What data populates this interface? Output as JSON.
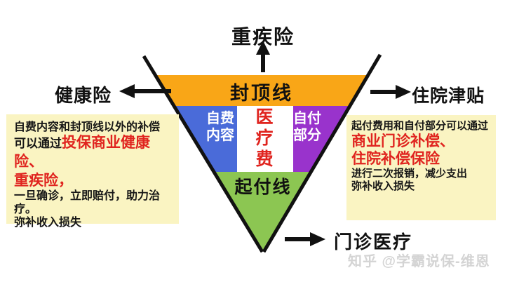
{
  "diagram": {
    "top_label": "重疾险",
    "left_label": "健康险",
    "right_label": "住院津贴",
    "bottom_label": "门诊医疗",
    "cap_line": "封顶线",
    "self_pay_segment": "自费内容",
    "medical_fee": "医疗费",
    "self_paid_segment": "自付部分",
    "deductible_line": "起付线",
    "colors": {
      "cap_band": "#f9a617",
      "self_pay_band": "#4a6bd9",
      "self_paid_band": "#9933cc",
      "deductible_band": "#8cc652",
      "note_box_bg": "#faf4c2",
      "highlight_red": "#e0241f",
      "outline_black": "#111111"
    }
  },
  "left_note": {
    "line1": "自费内容和封顶线以外的补偿",
    "line2_black": "可以通过",
    "line2_red": "投保商业健康险、",
    "line3_red": "重疾险，",
    "line4": "一旦确诊，立即赔付，助力治疗。",
    "line5": "弥补收入损失"
  },
  "right_note": {
    "line1": "起付费用和自付部分可以通过",
    "line2_red": "商业门诊补偿、",
    "line3_red": "住院补偿保险",
    "line4": "进行二次报销，减少支出",
    "line5": "弥补收入损失"
  },
  "watermark": "知乎 @学霸说保-维恩"
}
